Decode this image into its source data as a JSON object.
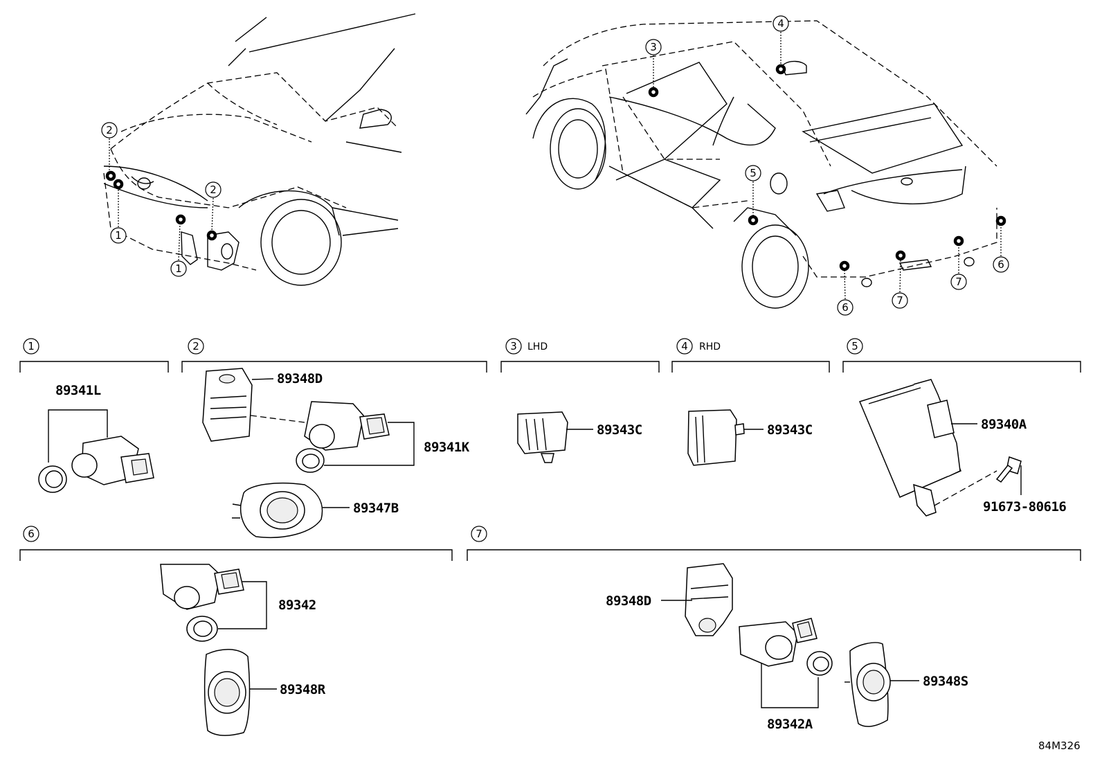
{
  "diagram_code": "84M326",
  "location_callouts": [
    "1",
    "1",
    "2",
    "2",
    "3",
    "4",
    "5",
    "6",
    "6",
    "7",
    "7"
  ],
  "groups": [
    {
      "number": "1",
      "label": "",
      "parts": [
        "89341L"
      ]
    },
    {
      "number": "2",
      "label": "",
      "parts": [
        "89348D",
        "89341K",
        "89347B"
      ]
    },
    {
      "number": "3",
      "label": "LHD",
      "parts": [
        "89343C"
      ]
    },
    {
      "number": "4",
      "label": "RHD",
      "parts": [
        "89343C"
      ]
    },
    {
      "number": "5",
      "label": "",
      "parts": [
        "89340A",
        "91673-80616"
      ]
    },
    {
      "number": "6",
      "label": "",
      "parts": [
        "89342",
        "89348R"
      ]
    },
    {
      "number": "7",
      "label": "",
      "parts": [
        "89348D",
        "89342A",
        "89348S"
      ]
    }
  ]
}
